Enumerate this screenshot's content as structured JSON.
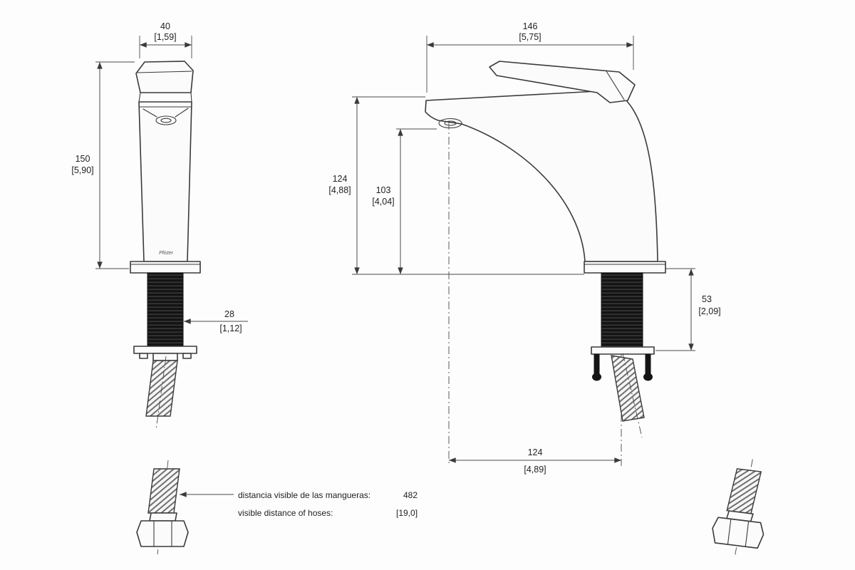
{
  "page": {
    "background": "#fdfdfd",
    "ink": "#3a3a3a"
  },
  "front_view": {
    "logo": "Pfister",
    "dim_handle_width": {
      "mm": "40",
      "inches": "[1,59]"
    },
    "dim_overall_height": {
      "mm": "150",
      "inches": "[5,90]"
    },
    "dim_shank_diameter": {
      "mm": "28",
      "inches": "[1,12]"
    }
  },
  "side_view": {
    "dim_overall_depth": {
      "mm": "146",
      "inches": "[5,75]"
    },
    "dim_spout_height": {
      "mm": "124",
      "inches": "[4,88]"
    },
    "dim_outlet_height": {
      "mm": "103",
      "inches": "[4,04]"
    },
    "dim_shank_length": {
      "mm": "53",
      "inches": "[2,09]"
    },
    "dim_spout_reach": {
      "mm": "124",
      "inches": "[4,89]"
    }
  },
  "notes": {
    "hose_distance_es": "distancia visible de las mangueras:",
    "hose_distance_value_mm": "482",
    "hose_distance_en": "visible distance of hoses:",
    "hose_distance_value_in": "[19,0]"
  }
}
